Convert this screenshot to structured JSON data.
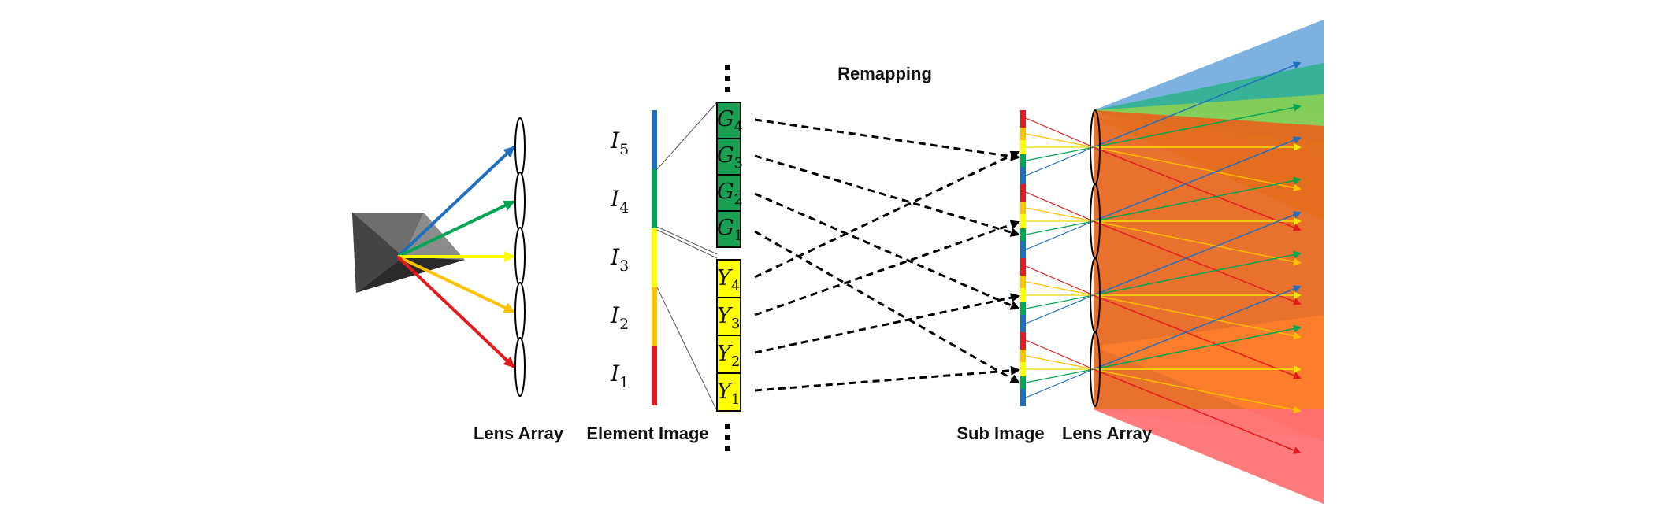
{
  "labels": {
    "remapping": "Remapping",
    "lens_array_left": "Lens Array",
    "element_image": "Element Image",
    "sub_image": "Sub Image",
    "lens_array_right": "Lens Array"
  },
  "intensity_labels": [
    {
      "base": "I",
      "sub": "5"
    },
    {
      "base": "I",
      "sub": "4"
    },
    {
      "base": "I",
      "sub": "3"
    },
    {
      "base": "I",
      "sub": "2"
    },
    {
      "base": "I",
      "sub": "1"
    }
  ],
  "green_cells": [
    {
      "base": "G",
      "sub": "4"
    },
    {
      "base": "G",
      "sub": "3"
    },
    {
      "base": "G",
      "sub": "2"
    },
    {
      "base": "G",
      "sub": "1"
    }
  ],
  "yellow_cells": [
    {
      "base": "Y",
      "sub": "4"
    },
    {
      "base": "Y",
      "sub": "3"
    },
    {
      "base": "Y",
      "sub": "2"
    },
    {
      "base": "Y",
      "sub": "1"
    }
  ],
  "colors": {
    "blue": "#1f6fc0",
    "green": "#00a651",
    "yellow": "#ffff00",
    "orange": "#ffc000",
    "red": "#e41a1c",
    "cell_green": "#1aa052",
    "cell_yellow": "#ffff00"
  },
  "icons": {
    "object": "dark-pyramid-object-icon",
    "lens": "lens-ellipse-icon",
    "ellipsis": "vertical-ellipsis-icon"
  }
}
